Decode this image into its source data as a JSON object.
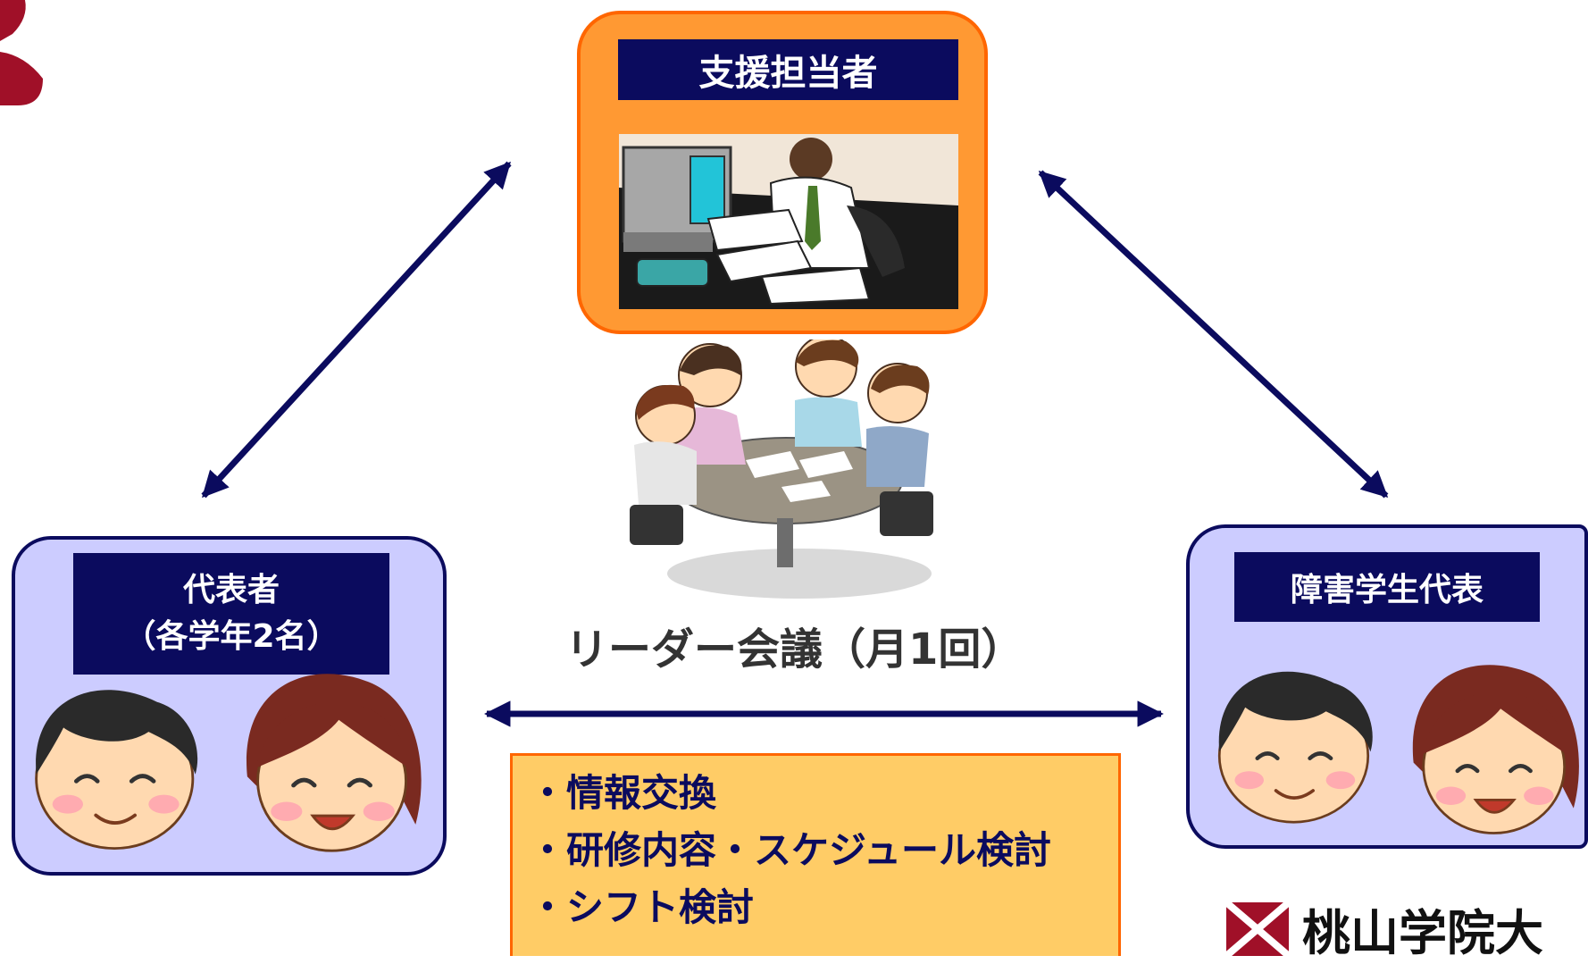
{
  "support_staff": {
    "label": "支援担当者"
  },
  "representatives": {
    "label_line1": "代表者",
    "label_line2": "（各学年2名）"
  },
  "disabled_student_rep": {
    "label": "障害学生代表"
  },
  "meeting": {
    "title": "リーダー会議（月1回）"
  },
  "topics": [
    "・情報交換",
    "・研修内容・スケジュール検討",
    "・シフト検討"
  ],
  "university": {
    "name": "桃山学院大"
  },
  "colors": {
    "navy": "#0b0b5e",
    "orange": "#ff9933",
    "lavender": "#ccccff",
    "topic_bg": "#ffcc66",
    "logo_red": "#a01028"
  },
  "icons": [
    "university-mark-icon",
    "office-worker-illustration",
    "meeting-table-illustration",
    "boy-face-icon",
    "girl-face-icon",
    "double-arrow-icon"
  ]
}
